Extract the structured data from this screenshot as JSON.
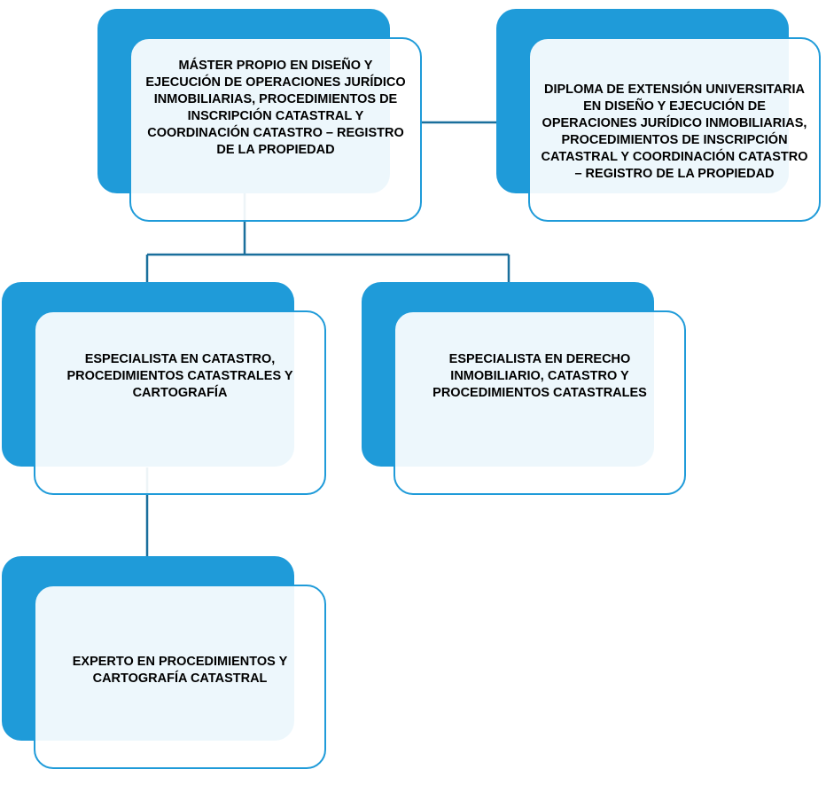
{
  "diagram": {
    "colors": {
      "accent": "#1f9bd9",
      "connector": "#1a6f9c",
      "card_fill": "#ffffff",
      "text": "#000000"
    },
    "nodes": {
      "master": "MÁSTER PROPIO EN DISEÑO Y EJECUCIÓN DE OPERACIONES JURÍDICO INMOBILIARIAS, PROCEDIMIENTOS DE INSCRIPCIÓN CATASTRAL Y COORDINACIÓN CATASTRO – REGISTRO DE LA PROPIEDAD",
      "diploma": "DIPLOMA DE EXTENSIÓN UNIVERSITARIA EN DISEÑO Y EJECUCIÓN DE OPERACIONES JURÍDICO INMOBILIARIAS, PROCEDIMIENTOS DE INSCRIPCIÓN CATASTRAL Y COORDINACIÓN CATASTRO – REGISTRO DE LA PROPIEDAD",
      "especialista_catastro": "ESPECIALISTA EN CATASTRO, PROCEDIMIENTOS CATASTRALES Y CARTOGRAFÍA",
      "especialista_derecho": "ESPECIALISTA EN DERECHO INMOBILIARIO, CATASTRO Y PROCEDIMIENTOS CATASTRALES",
      "experto": "EXPERTO EN PROCEDIMIENTOS Y CARTOGRAFÍA CATASTRAL"
    },
    "edges": [
      {
        "from": "master",
        "to": "diploma"
      },
      {
        "from": "master",
        "to": "especialista_catastro"
      },
      {
        "from": "master",
        "to": "especialista_derecho"
      },
      {
        "from": "especialista_catastro",
        "to": "experto"
      }
    ]
  }
}
